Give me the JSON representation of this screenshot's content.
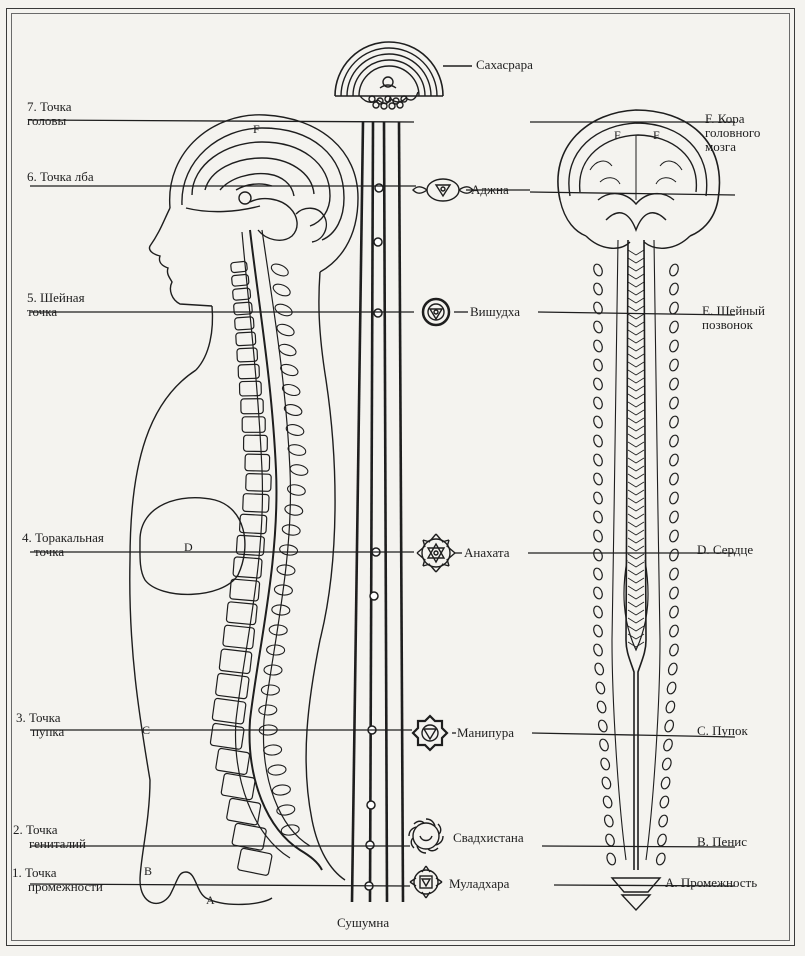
{
  "left_labels": [
    {
      "line1": "7. Точка",
      "line2": "головы"
    },
    {
      "line1": "6. Точка лба",
      "line2": ""
    },
    {
      "line1": "5. Шейная",
      "line2": "точка"
    },
    {
      "line1": "4. Торакальная",
      "line2": "точка"
    },
    {
      "line1": "3. Точка",
      "line2": "пупка"
    },
    {
      "line1": "2. Точка",
      "line2": "гениталий"
    },
    {
      "line1": "1. Точка",
      "line2": "промежности"
    }
  ],
  "chakras": [
    "Сахасрара",
    "Аджна",
    "Вишудха",
    "Анахата",
    "Манипура",
    "Свадхистана",
    "Муладхара"
  ],
  "right_labels": [
    {
      "line1": "F. Кора",
      "line2": "головного",
      "line3": "мозга"
    },
    {
      "line1": "E. Шейный",
      "line2": "позвонок"
    },
    {
      "line1": "D. Сердце"
    },
    {
      "line1": "C. Пупок"
    },
    {
      "line1": "B. Пенис"
    },
    {
      "line1": "A. Промежность"
    }
  ],
  "body_letters": [
    "F",
    "D",
    "C",
    "B",
    "A"
  ],
  "brain_letters": [
    "F",
    "F"
  ],
  "sushumna_label": "Сушумна",
  "colors": {
    "ink": "#1e1e1e",
    "paper": "#f4f3ef",
    "frame": "#3a3a3a"
  }
}
